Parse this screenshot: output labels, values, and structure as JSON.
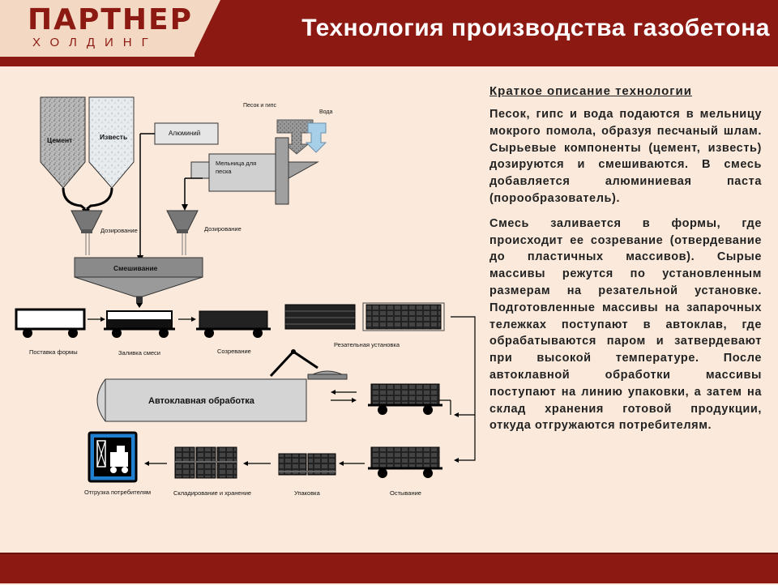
{
  "header": {
    "logo_main": "ПАРТНЕР",
    "logo_sub": "ХОЛДИНГ",
    "title": "Технология производства газобетона"
  },
  "diagram": {
    "labels": {
      "cement": "Цемент",
      "lime": "Известь",
      "aluminum": "Алюминий",
      "sand_gypsum": "Песок и гипс",
      "water": "Вода",
      "mill": "Мельница для песка",
      "dosing_1": "Дозирование",
      "dosing_2": "Дозирование",
      "mixing": "Смешивание",
      "form_delivery": "Поставка формы",
      "mix_pouring": "Заливка смеси",
      "maturing": "Созревание",
      "cutting": "Резательная установка",
      "autoclave": "Автоклавная обработка",
      "cooling": "Остывание",
      "packing": "Упаковка",
      "storage": "Складирование и хранение",
      "shipping": "Отгрузка потребителям"
    }
  },
  "text_panel": {
    "heading": "Краткое описание технологии",
    "para1": "Песок, гипс и вода подаются в мельницу мокрого помола, образуя песчаный шлам. Сырьевые компоненты (цемент, известь) дозируются и смешиваются. В смесь добавляется алюминиевая паста (порообразователь).",
    "para2": "Смесь заливается в формы, где происходит ее созревание (отвердевание до пластичных массивов). Сырые массивы режутся по установленным размерам на резательной установке. Подготовленные массивы на запарочных тележках поступают в автоклав, где обрабатываются паром и затвердевают при высокой температуре. После автоклавной обработки массивы поступают на линию упаковки, а затем на склад хранения готовой продукции, откуда отгружаются потребителям."
  },
  "colors": {
    "brand": "#8c1a12",
    "background": "#fbeadb"
  }
}
